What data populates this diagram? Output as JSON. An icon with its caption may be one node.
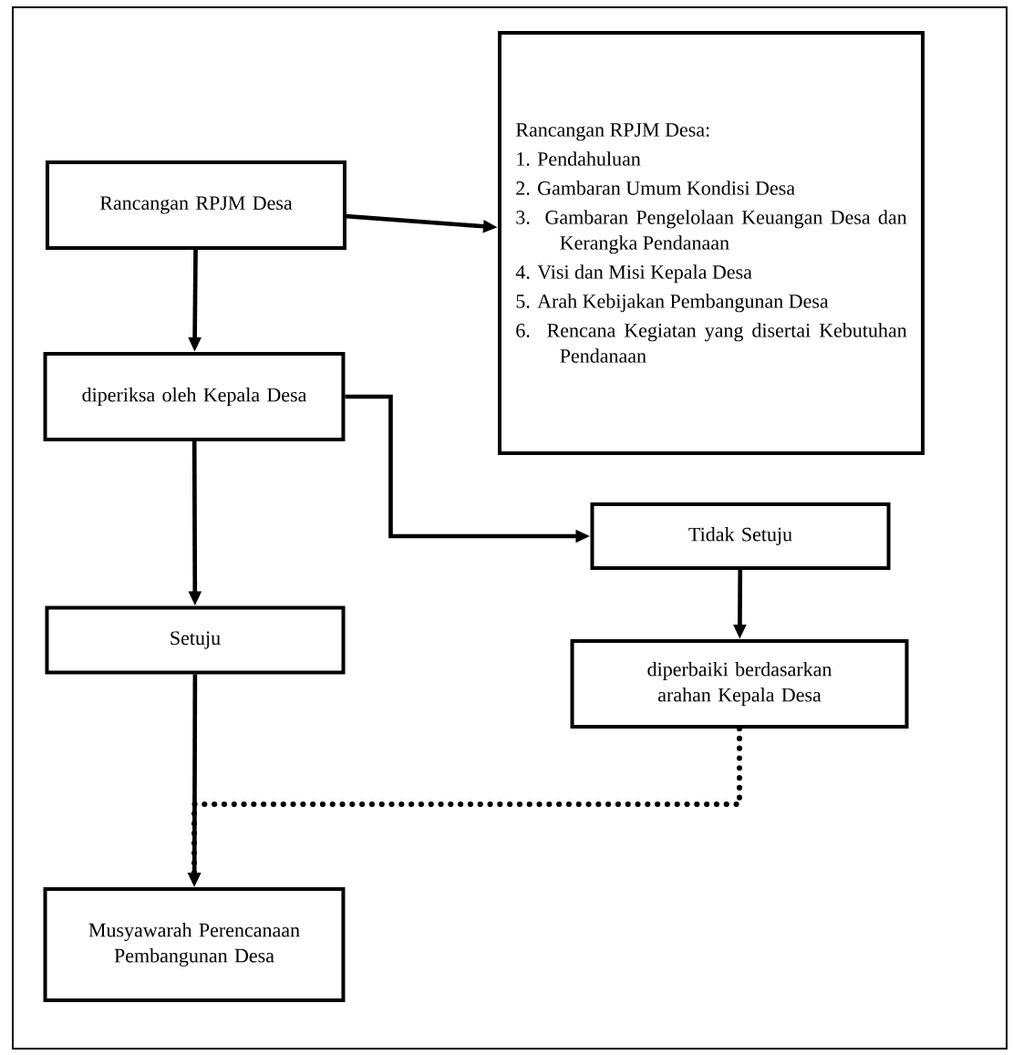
{
  "diagram": {
    "nodes": [
      {
        "text": [
          "Rancangan RPJM Desa"
        ]
      },
      {
        "text": [
          "Rancangan RPJM Desa:",
          "1. Pendahuluan",
          "2. Gambaran Umum Kondisi Desa",
          "3. Gambaran Pengelolaan Keuangan Desa dan Kerangka Pendanaan",
          "4. Visi dan Misi Kepala Desa",
          "5. Arah Kebijakan Pembangunan Desa",
          "6. Rencana Kegiatan yang disertai Kebutuhan Pendanaan"
        ]
      },
      {
        "text": [
          "diperiksa oleh Kepala Desa"
        ]
      },
      {
        "text": [
          "Setuju"
        ]
      },
      {
        "text": [
          "Tidak Setuju"
        ]
      },
      {
        "text": [
          "diperbaiki berdasarkan arahan Kepala Desa"
        ]
      },
      {
        "text": [
          "Musyawarah Perencanaan Pembangunan Desa"
        ]
      }
    ],
    "edges": [
      {
        "from": 0,
        "to": 1,
        "arrow": "to"
      },
      {
        "from": 0,
        "to": 2,
        "arrow": "to"
      },
      {
        "from": 2,
        "to": 3,
        "arrow": "to"
      },
      {
        "from": 2,
        "to": 4,
        "arrow": "to"
      },
      {
        "from": 4,
        "to": 5,
        "arrow": "to"
      },
      {
        "from": 3,
        "to": 6,
        "arrow": "to"
      },
      {
        "from": 5,
        "to": 6,
        "arrow": "to",
        "style": "dashed"
      }
    ]
  }
}
